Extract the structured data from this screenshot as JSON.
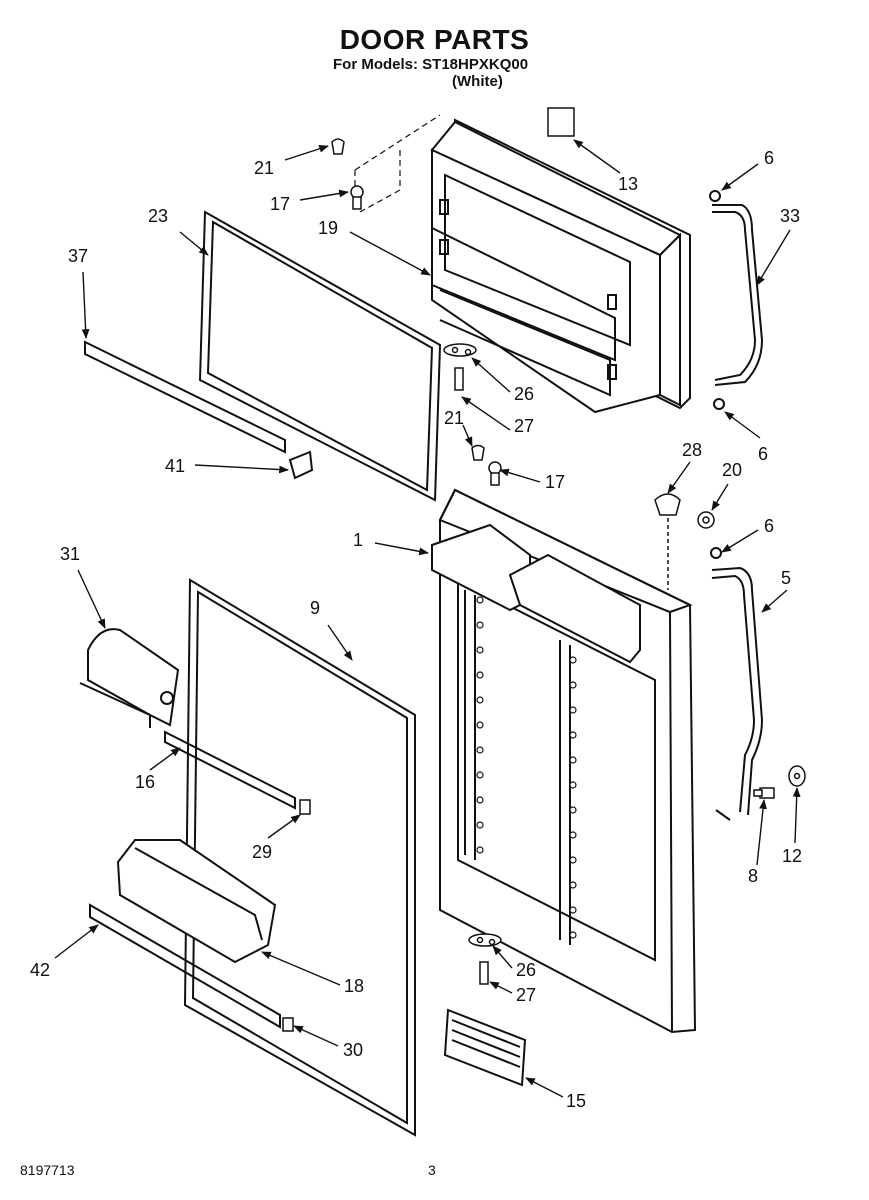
{
  "header": {
    "title": "DOOR PARTS",
    "models_line": "For Models: ST18HPXKQ00",
    "color_line": "(White)"
  },
  "footer": {
    "doc_number": "8197713",
    "page_number": "3"
  },
  "callouts": {
    "c21a": "21",
    "c17a": "17",
    "c13": "13",
    "c6a": "6",
    "c33": "33",
    "c23": "23",
    "c19": "19",
    "c37": "37",
    "c26a": "26",
    "c21b": "21",
    "c27a": "27",
    "c6b": "6",
    "c41": "41",
    "c17b": "17",
    "c28": "28",
    "c20": "20",
    "c6c": "6",
    "c1": "1",
    "c5": "5",
    "c31": "31",
    "c9": "9",
    "c16": "16",
    "c29": "29",
    "c8": "8",
    "c12": "12",
    "c42": "42",
    "c18": "18",
    "c26b": "26",
    "c27b": "27",
    "c30": "30",
    "c15": "15"
  }
}
